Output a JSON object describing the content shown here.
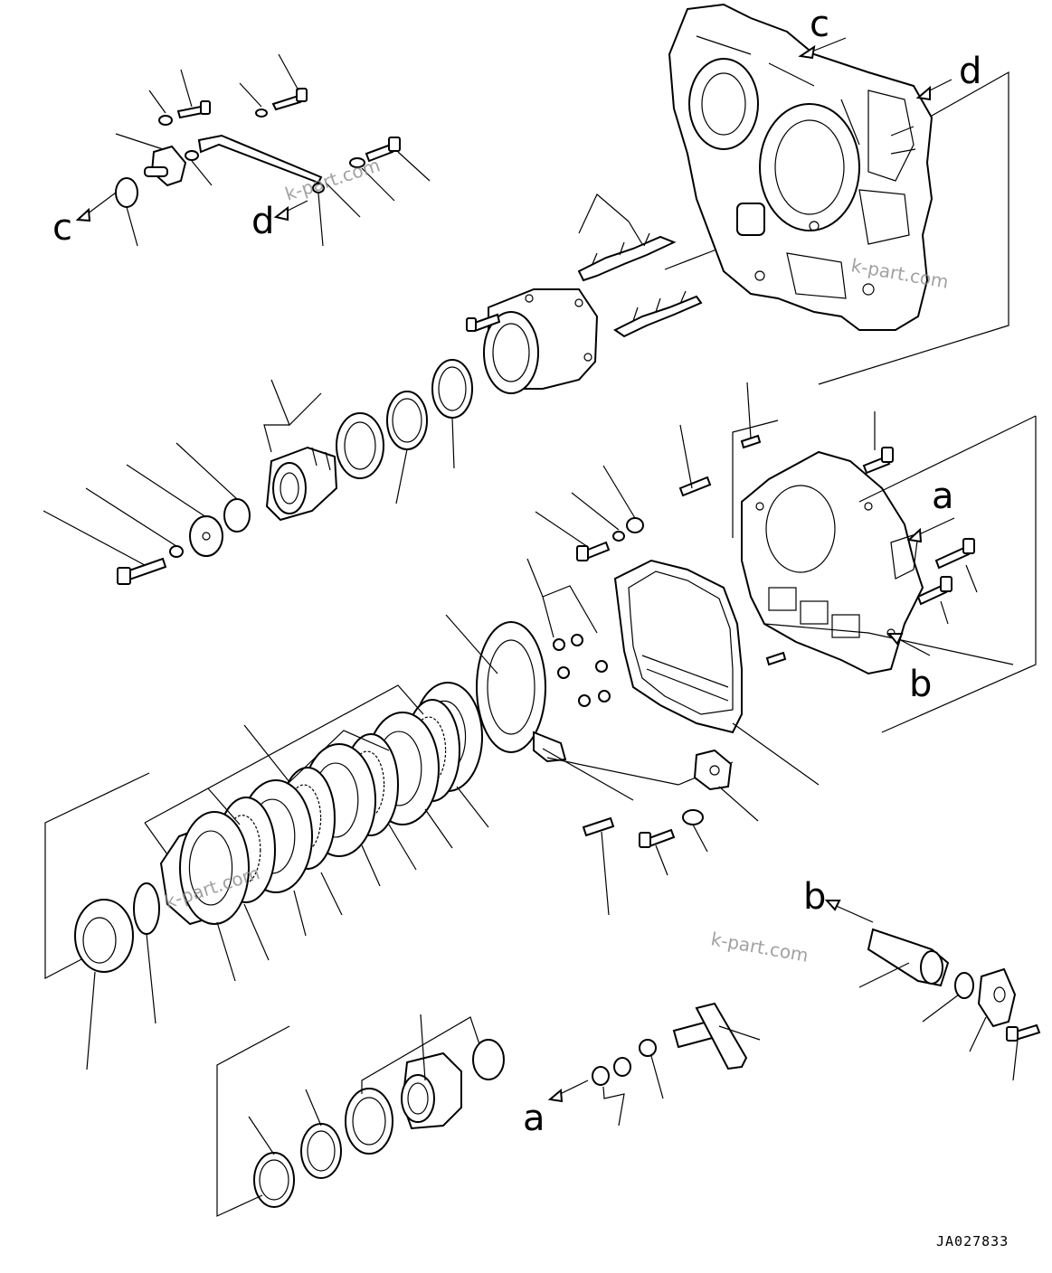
{
  "callouts": {
    "a_left": "a",
    "a_right": "a",
    "b_left": "b",
    "b_right": "b",
    "c_left": "c",
    "c_right": "c",
    "d_left": "d",
    "d_right": "d"
  },
  "watermarks": [
    "k-part.com",
    "k-part.com",
    "k-part.com",
    "k-part.com"
  ],
  "drawing_code": "JA027833",
  "colors": {
    "line": "#000000",
    "background": "#ffffff",
    "watermark": "#8a8a8a"
  }
}
